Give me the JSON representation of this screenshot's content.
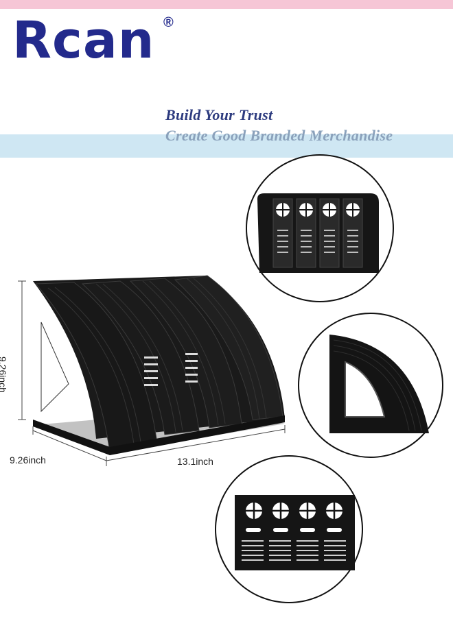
{
  "brand": {
    "logo_text": "Rcan",
    "registered_mark": "®"
  },
  "tagline": {
    "line1": "Build Your Trust",
    "line2": "Create Good Branded Merchandise"
  },
  "dimensions": {
    "height": "9.26inch",
    "depth": "9.26inch",
    "width": "13.1inch"
  },
  "colors": {
    "top_band": "#f6c6d6",
    "logo": "#232a8c",
    "tagline_line1": "#2d3b7f",
    "tagline_line2": "#8aa1bb",
    "tagline_band": "#cfe7f3",
    "product": "#141414"
  },
  "product": {
    "sections": 4,
    "detail_views": [
      "top-view",
      "side-panel-view",
      "back-view"
    ]
  }
}
